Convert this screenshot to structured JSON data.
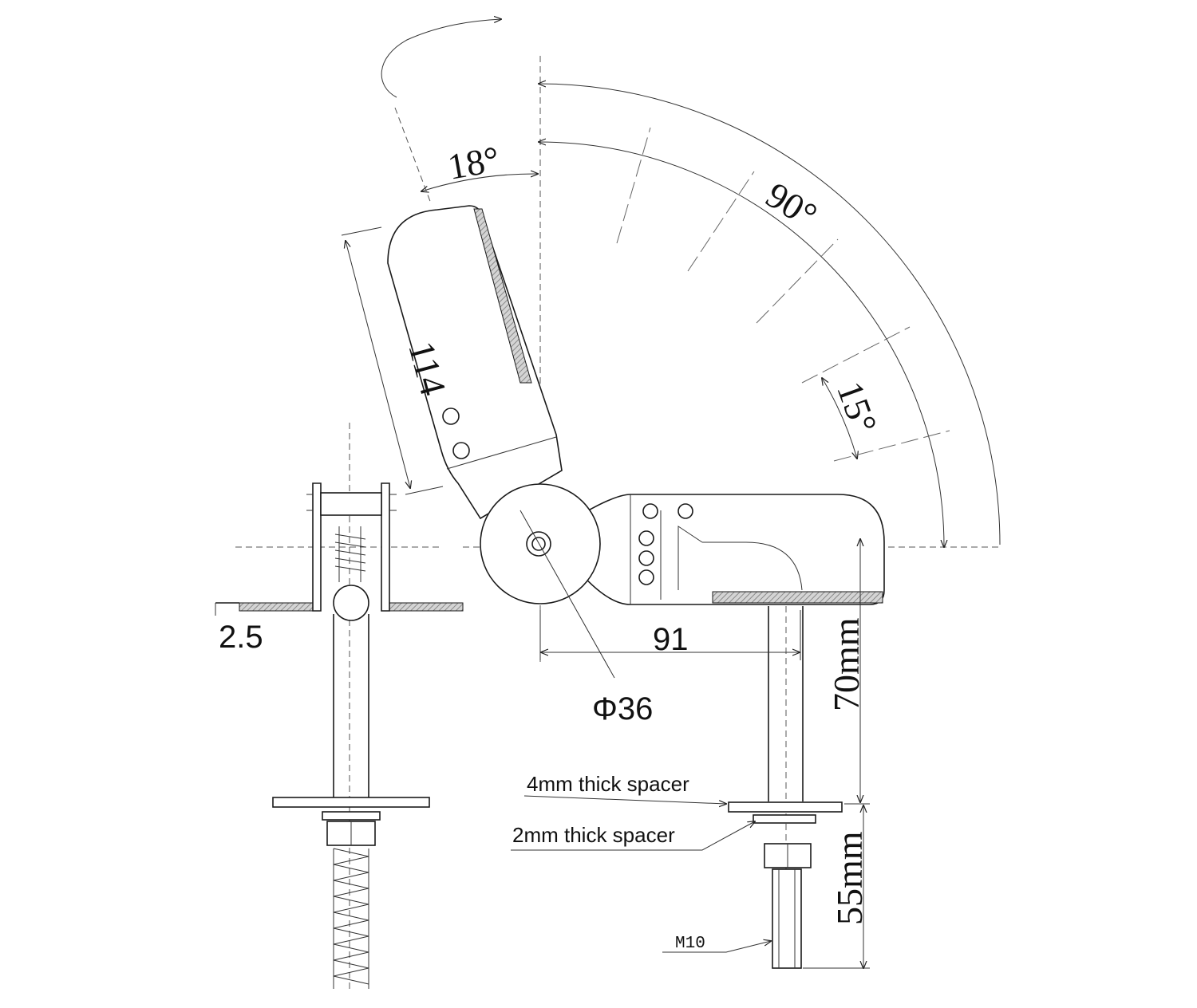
{
  "dimensions": {
    "angle_18": "18°",
    "angle_90": "90°",
    "angle_15": "15°",
    "length_114": "114",
    "thickness_2_5": "2.5",
    "offset_91": "91",
    "diameter_36": "Φ36",
    "height_70": "70mm",
    "height_55": "55mm"
  },
  "labels": {
    "spacer_4mm": "4mm thick spacer",
    "spacer_2mm": "2mm thick spacer",
    "thread_m10": "M10"
  },
  "colors": {
    "line": "#1a1a1a",
    "hatch": "#9a9a9a",
    "background": "#ffffff"
  }
}
